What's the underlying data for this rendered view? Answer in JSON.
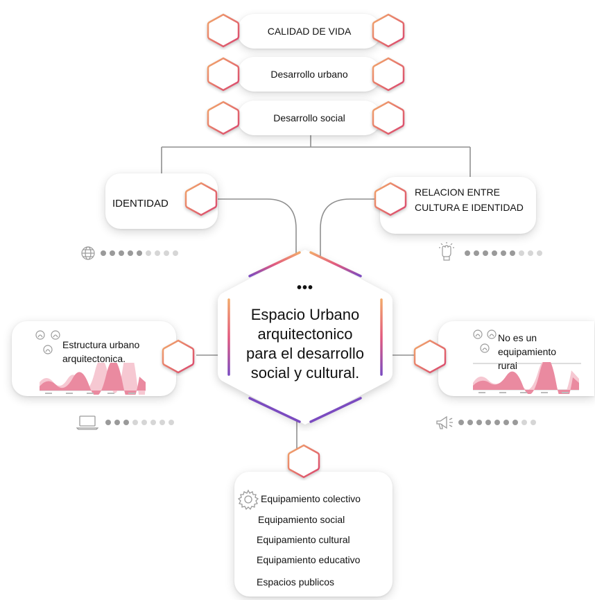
{
  "top_pills": [
    {
      "label": "CALIDAD DE VIDA"
    },
    {
      "label": "Desarrollo urbano"
    },
    {
      "label": "Desarrollo social"
    }
  ],
  "left_card": {
    "label": "IDENTIDAD"
  },
  "right_card": {
    "label_line1": "RELACION ENTRE",
    "label_line2": "CULTURA E IDENTIDAD"
  },
  "center": {
    "ellipsis": "•••",
    "line1": "Espacio Urbano",
    "line2": "arquitectonico",
    "line3": "para el desarrollo",
    "line4": "social y cultural."
  },
  "mid_left_card": {
    "line1": "Estructura urbano",
    "line2": "arquitectonica."
  },
  "mid_right_card": {
    "line1": "No es un",
    "line2": "equipamiento",
    "line3": "rural"
  },
  "bottom_card": {
    "title": "Equipamiento colectivo",
    "items": [
      "Equipamiento social",
      "Equipamiento cultural",
      "Equipamiento educativo",
      "Espacios publicos"
    ]
  },
  "indicators": [
    {
      "icon": "globe-icon",
      "filled": 5,
      "total": 9
    },
    {
      "icon": "fist-icon",
      "filled": 6,
      "total": 9
    },
    {
      "icon": "laptop-icon",
      "filled": 3,
      "total": 8
    },
    {
      "icon": "megaphone-icon",
      "filled": 7,
      "total": 9
    }
  ],
  "colors": {
    "accent_pink": "#e25a7e",
    "accent_orange": "#f2a96b",
    "accent_purple": "#7b4bc0",
    "dot_filled": "#9a9a9a",
    "dot_empty": "#d6d6d6"
  }
}
